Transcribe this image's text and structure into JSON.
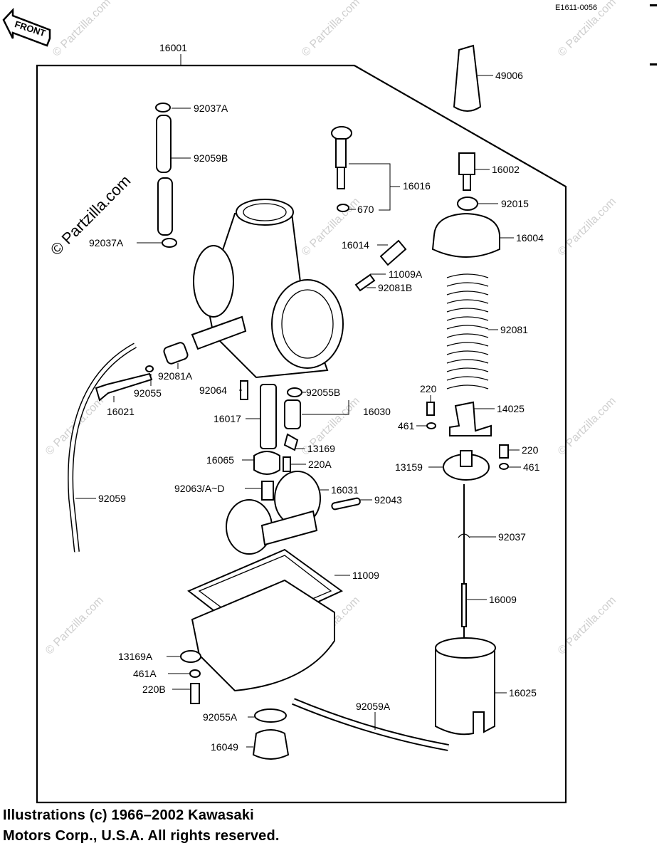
{
  "diagram": {
    "code": "E1611-0056",
    "front_label": "FRONT",
    "watermark": "© Partzilla.com",
    "copyright_line1": "Illustrations (c) 1966–2002 Kawasaki",
    "copyright_line2": "Motors Corp., U.S.A.  All rights reserved.",
    "labels": [
      "16001",
      "49006",
      "92037A",
      "92059B",
      "16016",
      "670",
      "16002",
      "92015",
      "92037A",
      "16004",
      "16014",
      "11009A",
      "92081B",
      "92081",
      "92081A",
      "92055",
      "16021",
      "92064",
      "92055B",
      "16030",
      "220",
      "14025",
      "16017",
      "461",
      "13169",
      "16065",
      "220A",
      "220",
      "13159",
      "461",
      "92063/A~D",
      "16031",
      "92043",
      "92059",
      "92037",
      "11009",
      "16009",
      "13169A",
      "461A",
      "220B",
      "16025",
      "92059A",
      "92055A",
      "16049"
    ]
  }
}
